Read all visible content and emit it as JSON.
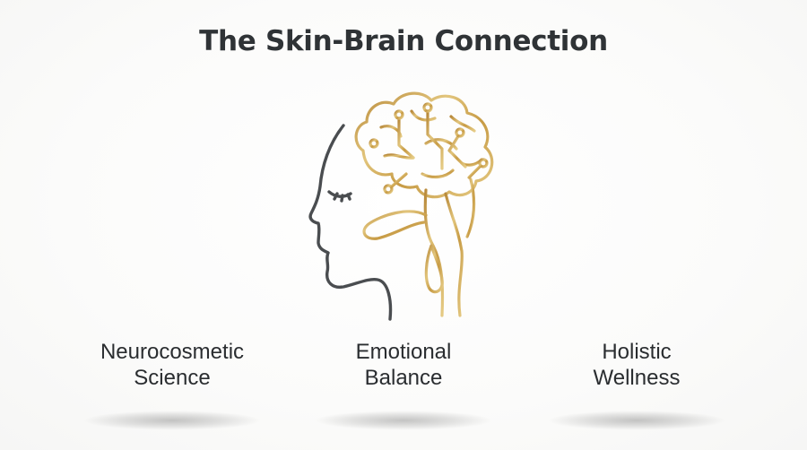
{
  "title": "The Skin-Brain Connection",
  "illustration": {
    "icon": "head-brain-circuit-icon",
    "colors": {
      "face_line": "#4a4d50",
      "brain_gold": "#c9a24e"
    }
  },
  "features": [
    {
      "line1": "Neurocosmetic",
      "line2": "Science"
    },
    {
      "line1": "Emotional",
      "line2": "Balance"
    },
    {
      "line1": "Holistic",
      "line2": "Wellness"
    }
  ]
}
